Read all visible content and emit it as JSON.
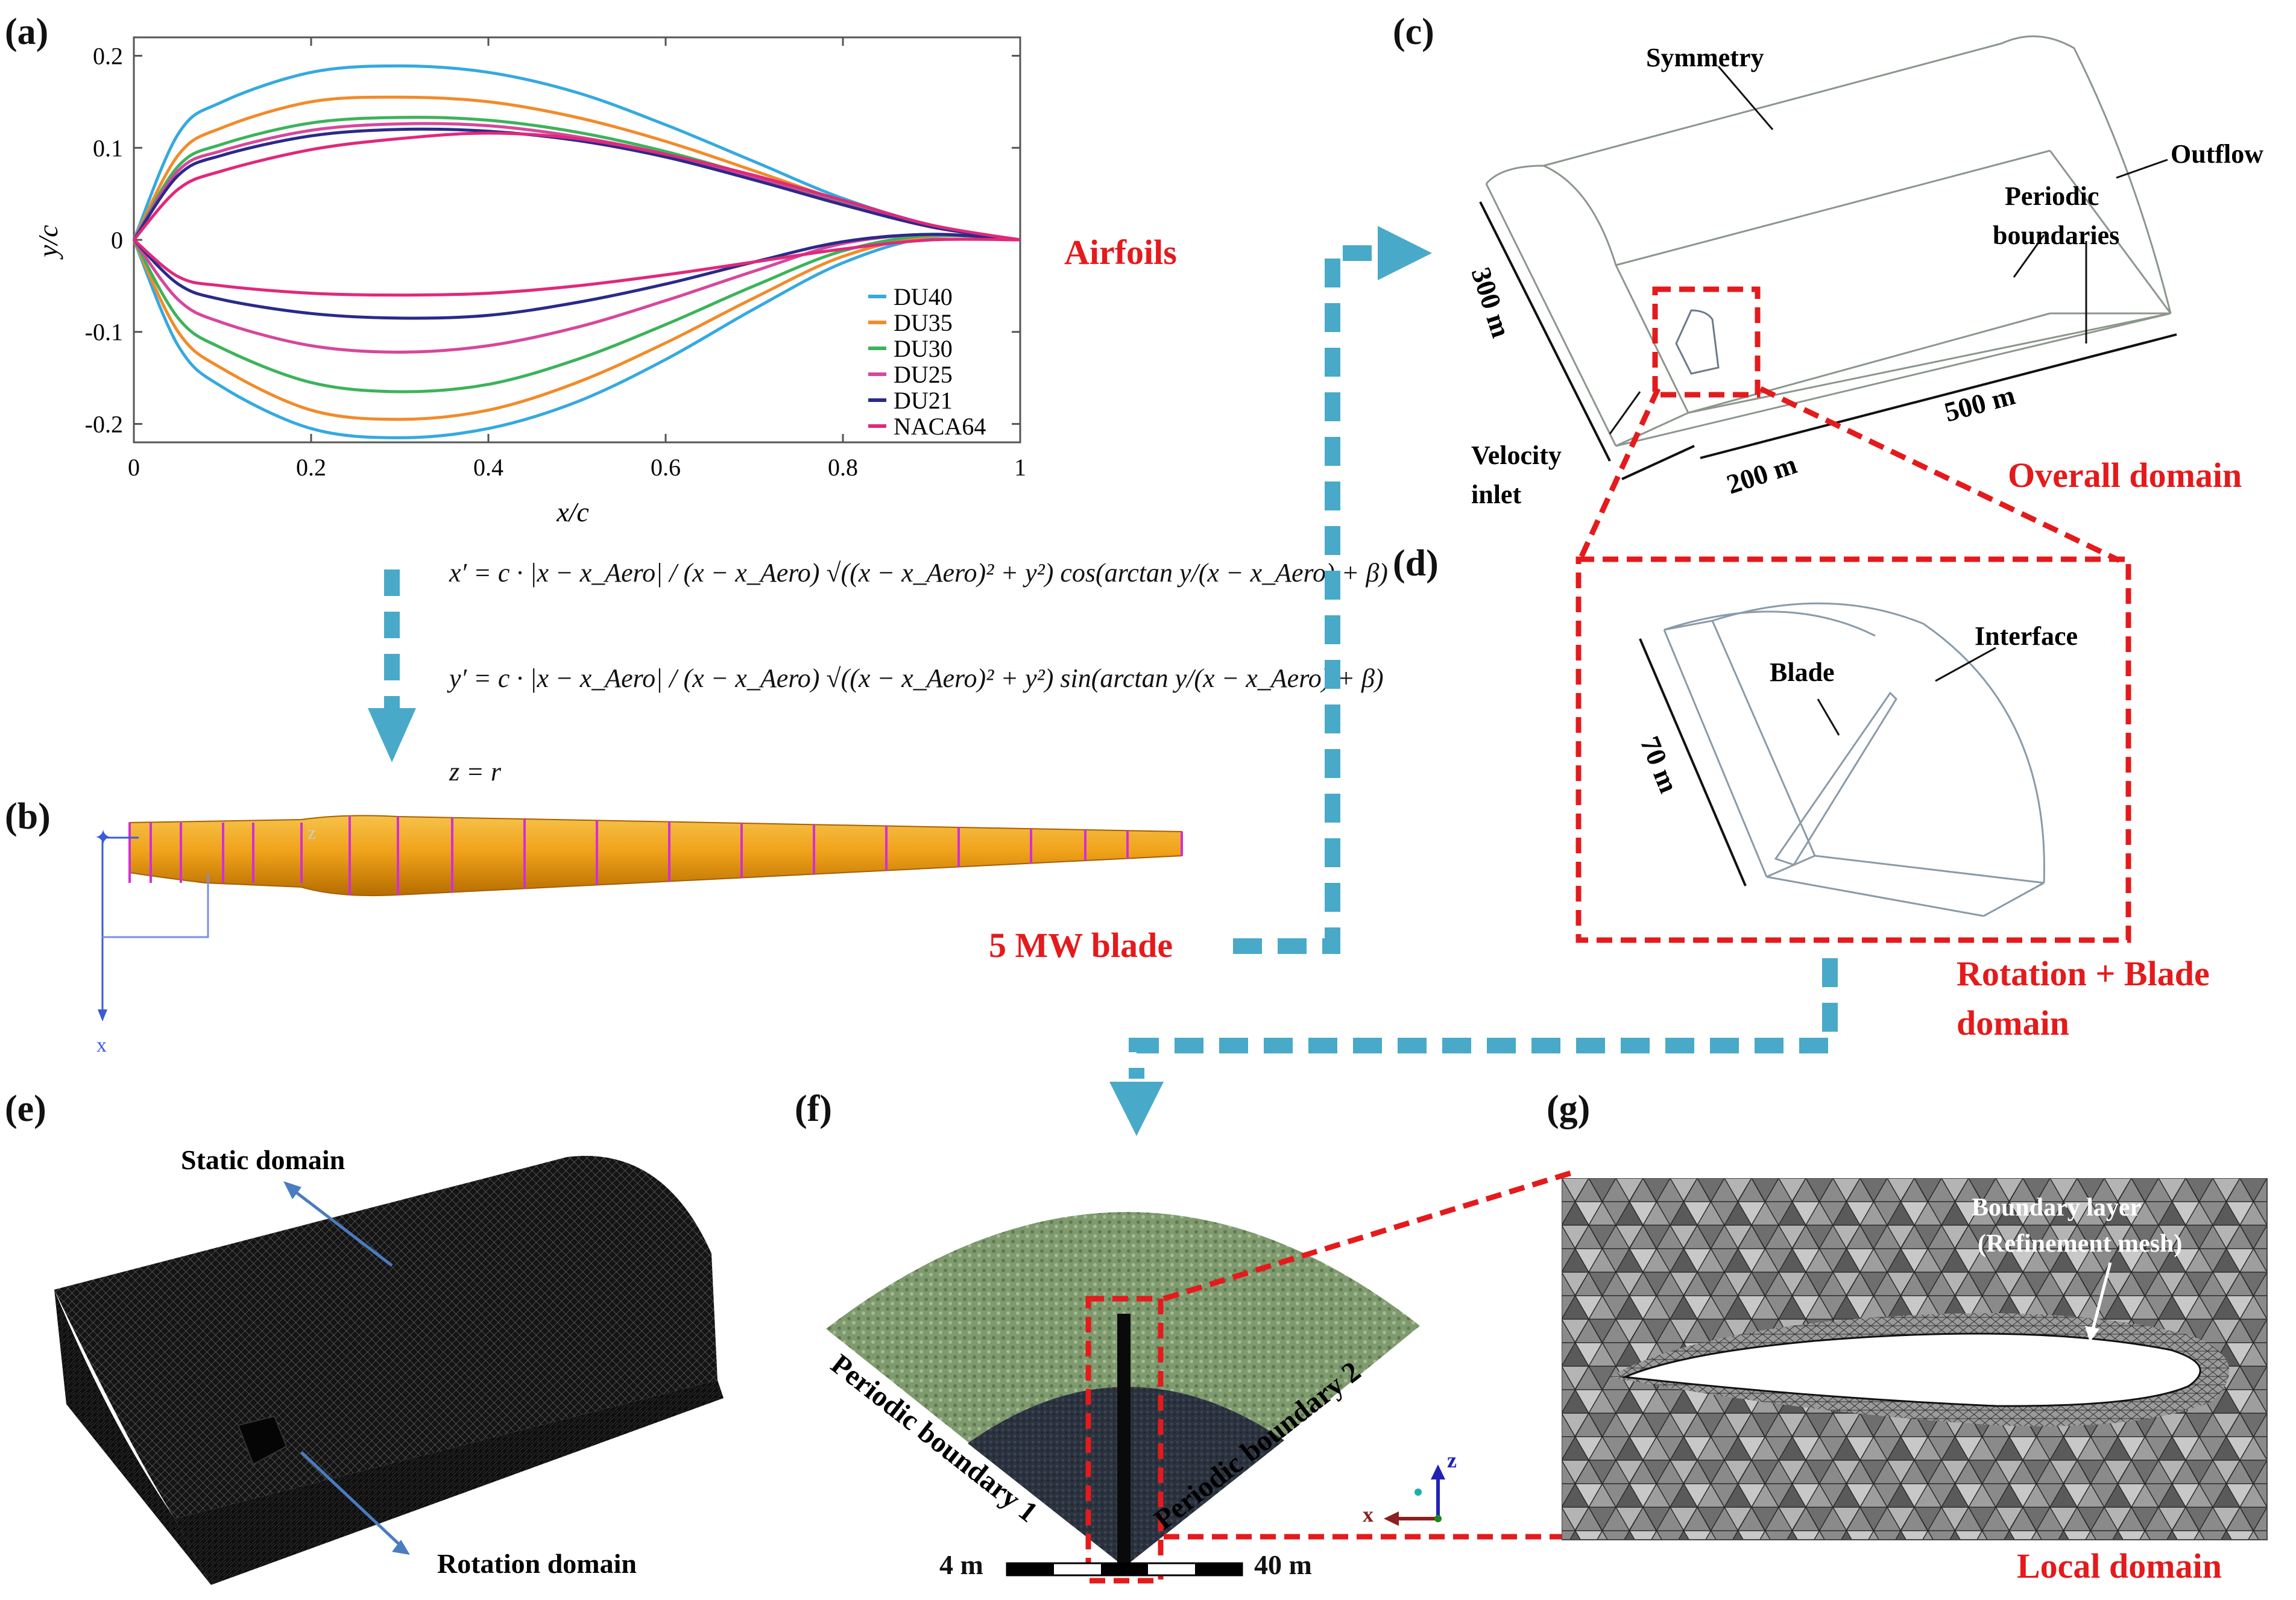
{
  "panels": {
    "a": "(a)",
    "b": "(b)",
    "c": "(c)",
    "d": "(d)",
    "e": "(e)",
    "f": "(f)",
    "g": "(g)"
  },
  "captions": {
    "airfoils": "Airfoils",
    "blade_5mw": "5 MW blade",
    "overall_domain": "Overall domain",
    "rotation_blade_domain_1": "Rotation + Blade",
    "rotation_blade_domain_2": "domain",
    "local_domain": "Local domain"
  },
  "panel_c": {
    "symmetry": "Symmetry",
    "outflow": "Outflow",
    "periodic_1": "Periodic",
    "periodic_2": "boundaries",
    "velocity_1": "Velocity",
    "velocity_2": "inlet",
    "dim_300": "300 m",
    "dim_500": "500 m",
    "dim_200": "200 m"
  },
  "panel_d": {
    "interface": "Interface",
    "blade": "Blade",
    "dim_70": "70 m"
  },
  "panel_e": {
    "static": "Static domain",
    "rotation": "Rotation domain"
  },
  "panel_f": {
    "pb1": "Periodic boundary 1",
    "pb2": "Periodic boundary 2",
    "scale_left": "4 m",
    "scale_right": "40 m",
    "axis_z": "z",
    "axis_x": "x"
  },
  "panel_g": {
    "bl_1": "Boundary layer",
    "bl_2": "(Refinement mesh)"
  },
  "panel_b": {
    "axis_x": "x",
    "axis_z": "z"
  },
  "formulas": {
    "line1": "x′ = c · |x − x_Aero| / (x − x_Aero) √((x − x_Aero)² + y²) cos(arctan y/(x − x_Aero) + β)",
    "line2": "y′ = c · |x − x_Aero| / (x − x_Aero) √((x − x_Aero)² + y²) sin(arctan y/(x − x_Aero) + β)",
    "line3": "z = r"
  },
  "chart_data": {
    "type": "line",
    "xlabel": "x/c",
    "ylabel": "y/c",
    "xlim": [
      0,
      1
    ],
    "ylim": [
      -0.22,
      0.22
    ],
    "x_ticks": [
      0,
      0.2,
      0.4,
      0.6,
      0.8,
      1
    ],
    "x_tick_labels": [
      "0",
      "0.2",
      "0.4",
      "0.6",
      "0.8",
      "1"
    ],
    "y_ticks": [
      -0.2,
      -0.1,
      0,
      0.1,
      0.2
    ],
    "y_tick_labels": [
      "-0.2",
      "-0.1",
      "0",
      "0.1",
      "0.2"
    ],
    "legend_position": "bottom-right",
    "x": [
      0,
      0.05,
      0.1,
      0.2,
      0.3,
      0.4,
      0.5,
      0.6,
      0.7,
      0.8,
      0.9,
      1.0
    ],
    "series": [
      {
        "name": "DU40",
        "color": "#35a9e0",
        "upper": [
          0,
          0.115,
          0.15,
          0.182,
          0.189,
          0.182,
          0.16,
          0.125,
          0.085,
          0.045,
          0.016,
          0
        ],
        "lower": [
          0,
          -0.115,
          -0.16,
          -0.205,
          -0.215,
          -0.205,
          -0.176,
          -0.13,
          -0.075,
          -0.025,
          0.003,
          0
        ]
      },
      {
        "name": "DU35",
        "color": "#f28b2a",
        "upper": [
          0,
          0.092,
          0.122,
          0.15,
          0.155,
          0.15,
          0.133,
          0.107,
          0.075,
          0.042,
          0.015,
          0
        ],
        "lower": [
          0,
          -0.1,
          -0.14,
          -0.185,
          -0.195,
          -0.185,
          -0.155,
          -0.112,
          -0.063,
          -0.018,
          0.004,
          0
        ]
      },
      {
        "name": "DU30",
        "color": "#3cb35a",
        "upper": [
          0,
          0.08,
          0.104,
          0.127,
          0.133,
          0.13,
          0.117,
          0.096,
          0.069,
          0.04,
          0.014,
          0
        ],
        "lower": [
          0,
          -0.085,
          -0.118,
          -0.155,
          -0.165,
          -0.157,
          -0.13,
          -0.092,
          -0.05,
          -0.012,
          0.005,
          0
        ]
      },
      {
        "name": "DU25",
        "color": "#d6479c",
        "upper": [
          0,
          0.075,
          0.097,
          0.119,
          0.126,
          0.124,
          0.112,
          0.093,
          0.067,
          0.039,
          0.014,
          0
        ],
        "lower": [
          0,
          -0.065,
          -0.09,
          -0.115,
          -0.122,
          -0.115,
          -0.095,
          -0.066,
          -0.034,
          -0.004,
          0.006,
          0
        ]
      },
      {
        "name": "DU21",
        "color": "#2a2a8a",
        "upper": [
          0,
          0.07,
          0.092,
          0.113,
          0.12,
          0.118,
          0.108,
          0.09,
          0.065,
          0.038,
          0.014,
          0
        ],
        "lower": [
          0,
          -0.048,
          -0.065,
          -0.08,
          -0.085,
          -0.082,
          -0.068,
          -0.048,
          -0.024,
          -0.002,
          0.006,
          0
        ]
      },
      {
        "name": "NACA64",
        "color": "#e0297a",
        "upper": [
          0,
          0.055,
          0.075,
          0.098,
          0.11,
          0.116,
          0.11,
          0.093,
          0.07,
          0.043,
          0.016,
          0
        ],
        "lower": [
          0,
          -0.04,
          -0.05,
          -0.058,
          -0.06,
          -0.058,
          -0.05,
          -0.038,
          -0.024,
          -0.01,
          0.0,
          0
        ]
      }
    ]
  }
}
